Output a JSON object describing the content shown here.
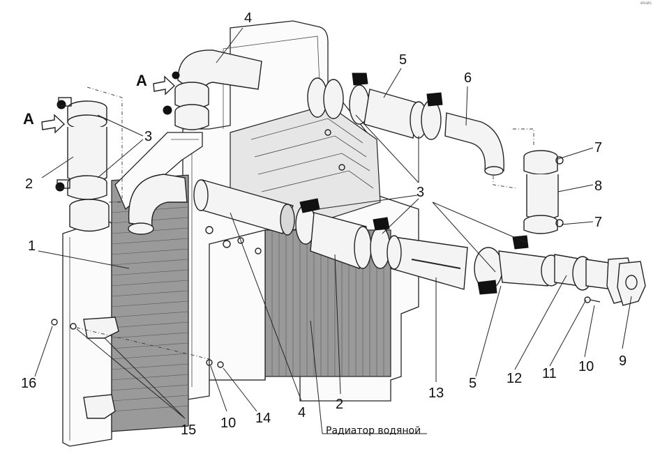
{
  "view_labels": [
    {
      "id": "A-left",
      "text": "A"
    },
    {
      "id": "A-top",
      "text": "A"
    }
  ],
  "callouts": [
    {
      "id": "c4-top",
      "text": "4"
    },
    {
      "id": "c5-top",
      "text": "5"
    },
    {
      "id": "c6",
      "text": "6"
    },
    {
      "id": "c3-left",
      "text": "3"
    },
    {
      "id": "c2-left",
      "text": "2"
    },
    {
      "id": "c7-top",
      "text": "7"
    },
    {
      "id": "c8",
      "text": "8"
    },
    {
      "id": "c7-bottom",
      "text": "7"
    },
    {
      "id": "c3-mid",
      "text": "3"
    },
    {
      "id": "c1",
      "text": "1"
    },
    {
      "id": "c16",
      "text": "16"
    },
    {
      "id": "c15",
      "text": "15"
    },
    {
      "id": "c10-low",
      "text": "10"
    },
    {
      "id": "c14",
      "text": "14"
    },
    {
      "id": "c4-bottom",
      "text": "4"
    },
    {
      "id": "c2-bottom",
      "text": "2"
    },
    {
      "id": "c13",
      "text": "13"
    },
    {
      "id": "c5-bottom",
      "text": "5"
    },
    {
      "id": "c12",
      "text": "12"
    },
    {
      "id": "c11",
      "text": "11"
    },
    {
      "id": "c10-right",
      "text": "10"
    },
    {
      "id": "c9",
      "text": "9"
    }
  ],
  "caption": {
    "text": "Радиатор водяной"
  },
  "watermark": {
    "text": "elcats"
  }
}
